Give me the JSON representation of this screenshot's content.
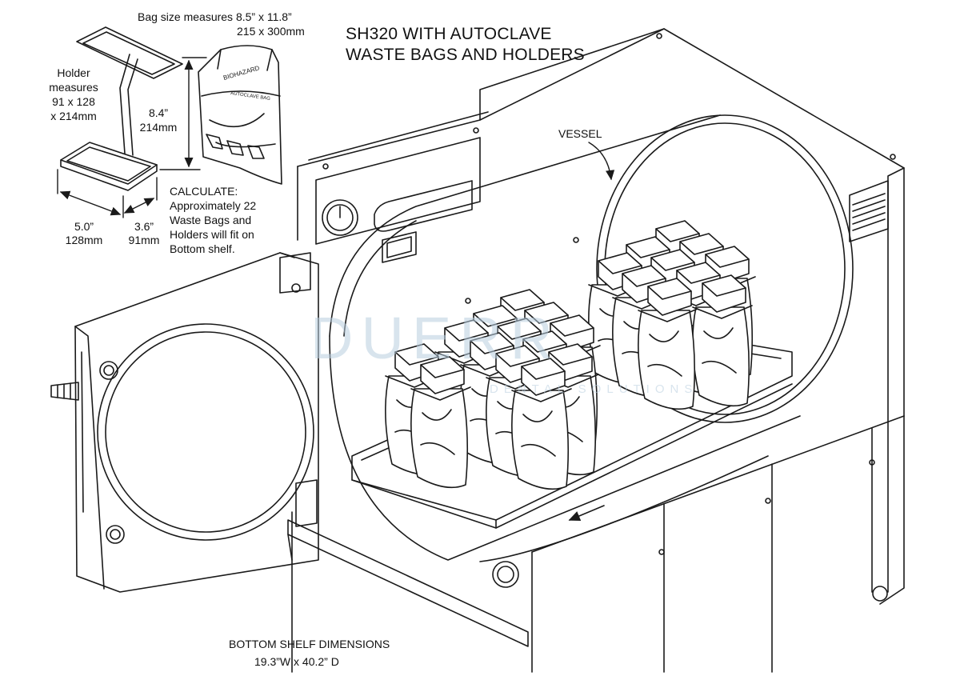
{
  "title": {
    "line1": "SH320 WITH AUTOCLAVE",
    "line2": "WASTE BAGS AND HOLDERS"
  },
  "bag_size": {
    "line1": "Bag size measures 8.5” x 11.8”",
    "line2": "215 x 300mm"
  },
  "holder": {
    "line1": "Holder",
    "line2": "measures",
    "line3": "91 x 128",
    "line4": "x 214mm"
  },
  "height_dim": {
    "inches": "8.4”",
    "mm": "214mm"
  },
  "width_dim": {
    "inches": "5.0”",
    "mm": "128mm"
  },
  "depth_dim": {
    "inches": "3.6”",
    "mm": "91mm"
  },
  "calculate": {
    "heading": "CALCULATE:",
    "line1": "Approximately 22",
    "line2": "Waste Bags and",
    "line3": "Holders will fit on",
    "line4": "Bottom shelf."
  },
  "vessel_label": "VESSEL",
  "bag_print": {
    "top": "BIOHAZARD",
    "bottom": "AUTOCLAVE BAG"
  },
  "shelf": {
    "heading": "BOTTOM SHELF DIMENSIONS",
    "dims": "19.3”W x 40.2” D"
  },
  "watermark": {
    "brand": "DUERR",
    "tagline": "DENTAL SOLUTIONS"
  },
  "colors": {
    "line": "#1a1a1a",
    "watermark": "#9fc0da",
    "background": "#ffffff"
  }
}
